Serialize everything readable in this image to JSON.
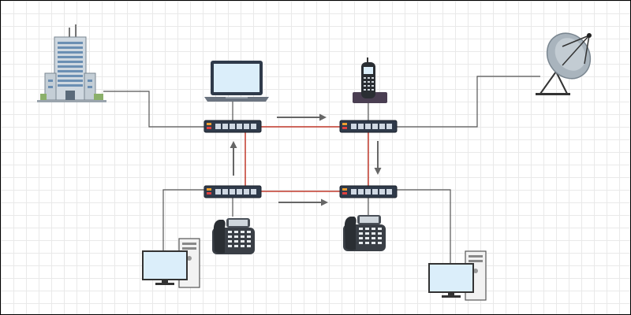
{
  "diagram": {
    "nodes": [
      {
        "id": "office-building",
        "type": "building"
      },
      {
        "id": "laptop",
        "type": "laptop"
      },
      {
        "id": "cordless-phone",
        "type": "cordless-phone"
      },
      {
        "id": "satellite-dish",
        "type": "satellite-dish"
      },
      {
        "id": "switch-top-left",
        "type": "network-switch"
      },
      {
        "id": "switch-top-right",
        "type": "network-switch"
      },
      {
        "id": "switch-bottom-left",
        "type": "network-switch"
      },
      {
        "id": "switch-bottom-right",
        "type": "network-switch"
      },
      {
        "id": "desk-phone-left",
        "type": "desk-phone"
      },
      {
        "id": "desk-phone-right",
        "type": "desk-phone"
      },
      {
        "id": "desktop-left",
        "type": "desktop-computer"
      },
      {
        "id": "desktop-right",
        "type": "desktop-computer"
      }
    ],
    "links": [
      {
        "from": "office-building",
        "to": "switch-top-left",
        "kind": "cable"
      },
      {
        "from": "laptop",
        "to": "switch-top-left",
        "kind": "cable"
      },
      {
        "from": "cordless-phone",
        "to": "switch-top-right",
        "kind": "cable"
      },
      {
        "from": "satellite-dish",
        "to": "switch-top-right",
        "kind": "cable"
      },
      {
        "from": "switch-top-left",
        "to": "switch-top-right",
        "kind": "ring"
      },
      {
        "from": "switch-top-right",
        "to": "switch-bottom-right",
        "kind": "ring"
      },
      {
        "from": "switch-bottom-right",
        "to": "switch-bottom-left",
        "kind": "ring"
      },
      {
        "from": "switch-bottom-left",
        "to": "switch-top-left",
        "kind": "ring"
      },
      {
        "from": "desk-phone-left",
        "to": "switch-bottom-left",
        "kind": "cable"
      },
      {
        "from": "desk-phone-right",
        "to": "switch-bottom-right",
        "kind": "cable"
      },
      {
        "from": "desktop-left",
        "to": "switch-bottom-left",
        "kind": "cable"
      },
      {
        "from": "desktop-right",
        "to": "switch-bottom-right",
        "kind": "cable"
      }
    ],
    "flow_arrows": [
      {
        "id": "arrow-top",
        "direction": "right"
      },
      {
        "id": "arrow-right",
        "direction": "down"
      },
      {
        "id": "arrow-bottom",
        "direction": "right"
      },
      {
        "id": "arrow-left",
        "direction": "up"
      }
    ]
  },
  "colors": {
    "ring_link": "#c0392b",
    "cable": "#555555",
    "arrow": "#666666",
    "switch_body": "#2f3a4a",
    "screen": "#dbeefa",
    "device_dark": "#3a3f46"
  }
}
